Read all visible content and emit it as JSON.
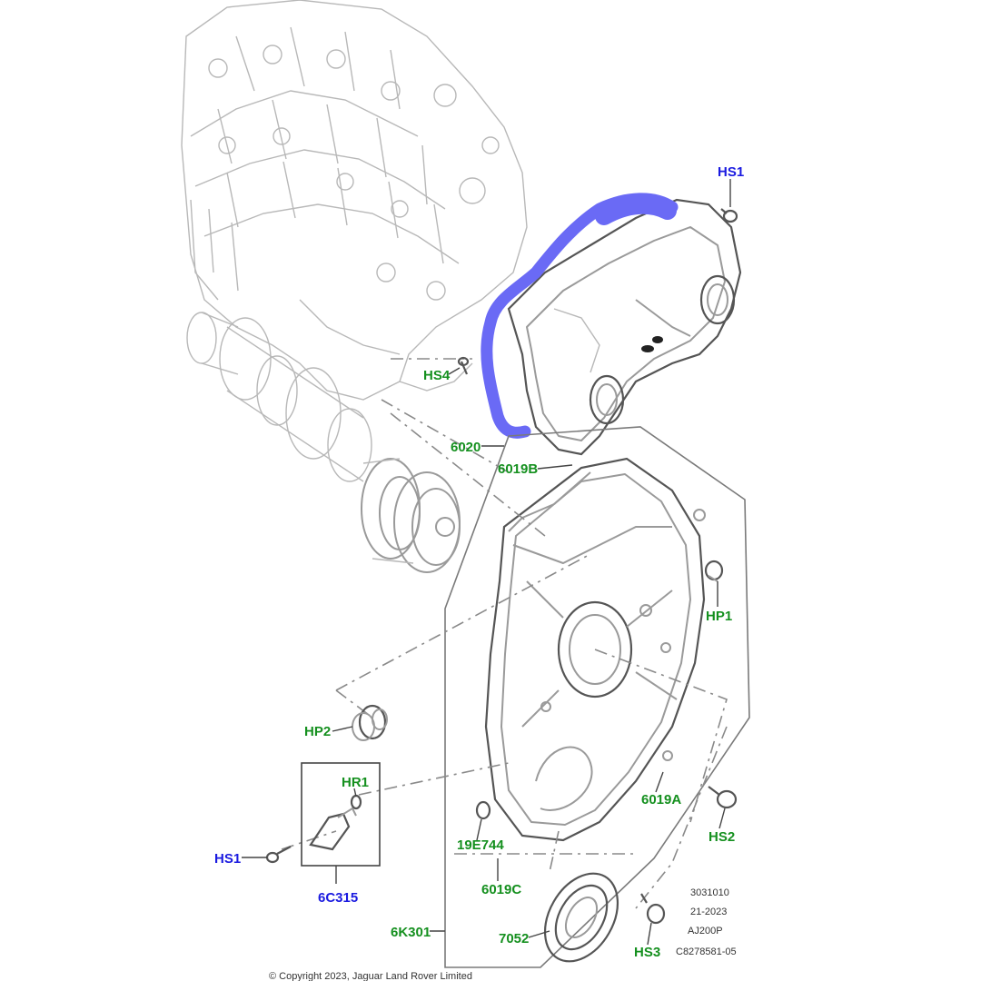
{
  "colors": {
    "part_label": "#15901f",
    "fastener_label": "#1a1ae0",
    "highlight": "#6a6af5",
    "line": "#9a9a9a"
  },
  "labels": {
    "hs1_top": "HS1",
    "hs4": "HS4",
    "p6020": "6020",
    "p6019b": "6019B",
    "hp1": "HP1",
    "hp2": "HP2",
    "hr1": "HR1",
    "hs1_left": "HS1",
    "p6c315": "6C315",
    "p6019a": "6019A",
    "hs2": "HS2",
    "p19e744": "19E744",
    "p6019c": "6019C",
    "p6k301": "6K301",
    "p7052": "7052",
    "hs3": "HS3"
  },
  "reference_block": [
    "3031010",
    "21-2023",
    "AJ200P",
    "C8278581-05"
  ],
  "copyright": "© Copyright 2023, Jaguar Land Rover Limited"
}
